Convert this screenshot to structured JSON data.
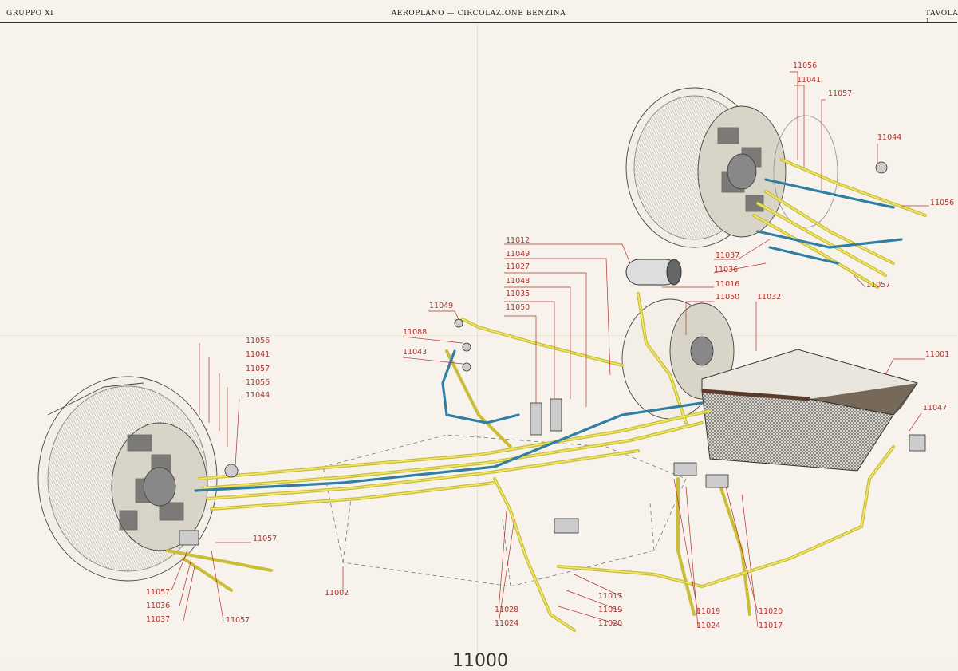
{
  "header": {
    "left": "GRUPPO XI",
    "center": "AEROPLANO — CIRCOLAZIONE BENZINA",
    "right": "TAVOLA 1"
  },
  "bottom_number": "11000",
  "colors": {
    "label_red": "#b2332b",
    "fuel_yellow": "#e3d64a",
    "blue_line": "#2e7fa3",
    "ink": "#333333",
    "paper": "#f7f3ec",
    "mesh_tank": "#6b6b6b",
    "tank_top": "#e9e5dc"
  },
  "labels": [
    {
      "id": "11056-tr",
      "text": "11056"
    },
    {
      "id": "11041-tr",
      "text": "11041"
    },
    {
      "id": "11057-tr",
      "text": "11057"
    },
    {
      "id": "11044-tr",
      "text": "11044"
    },
    {
      "id": "11056-r",
      "text": "11056"
    },
    {
      "id": "11037-tr",
      "text": "11037"
    },
    {
      "id": "11036-tr",
      "text": "11036"
    },
    {
      "id": "11057-rr",
      "text": "11057"
    },
    {
      "id": "11012",
      "text": "11012"
    },
    {
      "id": "11049-c",
      "text": "11049"
    },
    {
      "id": "11027",
      "text": "11027"
    },
    {
      "id": "11048",
      "text": "11048"
    },
    {
      "id": "11035",
      "text": "11035"
    },
    {
      "id": "11050-c",
      "text": "11050"
    },
    {
      "id": "11016",
      "text": "11016"
    },
    {
      "id": "11050-r",
      "text": "11050"
    },
    {
      "id": "11032",
      "text": "11032"
    },
    {
      "id": "11049-l",
      "text": "11049"
    },
    {
      "id": "11088",
      "text": "11088"
    },
    {
      "id": "11043",
      "text": "11043"
    },
    {
      "id": "11001",
      "text": "11001"
    },
    {
      "id": "11047",
      "text": "11047"
    },
    {
      "id": "11056-l1",
      "text": "11056"
    },
    {
      "id": "11041-l",
      "text": "11041"
    },
    {
      "id": "11057-l1",
      "text": "11057"
    },
    {
      "id": "11056-l2",
      "text": "11056"
    },
    {
      "id": "11044-l",
      "text": "11044"
    },
    {
      "id": "11057-l2",
      "text": "11057"
    },
    {
      "id": "11057-bl",
      "text": "11057"
    },
    {
      "id": "11036-bl",
      "text": "11036"
    },
    {
      "id": "11037-bl",
      "text": "11037"
    },
    {
      "id": "11057-b",
      "text": "11057"
    },
    {
      "id": "11002",
      "text": "11002"
    },
    {
      "id": "11028",
      "text": "11028"
    },
    {
      "id": "11024-c",
      "text": "11024"
    },
    {
      "id": "11017-c",
      "text": "11017"
    },
    {
      "id": "11019-c",
      "text": "11019"
    },
    {
      "id": "11020-c",
      "text": "11020"
    },
    {
      "id": "11019-r",
      "text": "11019"
    },
    {
      "id": "11024-r",
      "text": "11024"
    },
    {
      "id": "11020-r",
      "text": "11020"
    },
    {
      "id": "11017-r",
      "text": "11017"
    }
  ]
}
